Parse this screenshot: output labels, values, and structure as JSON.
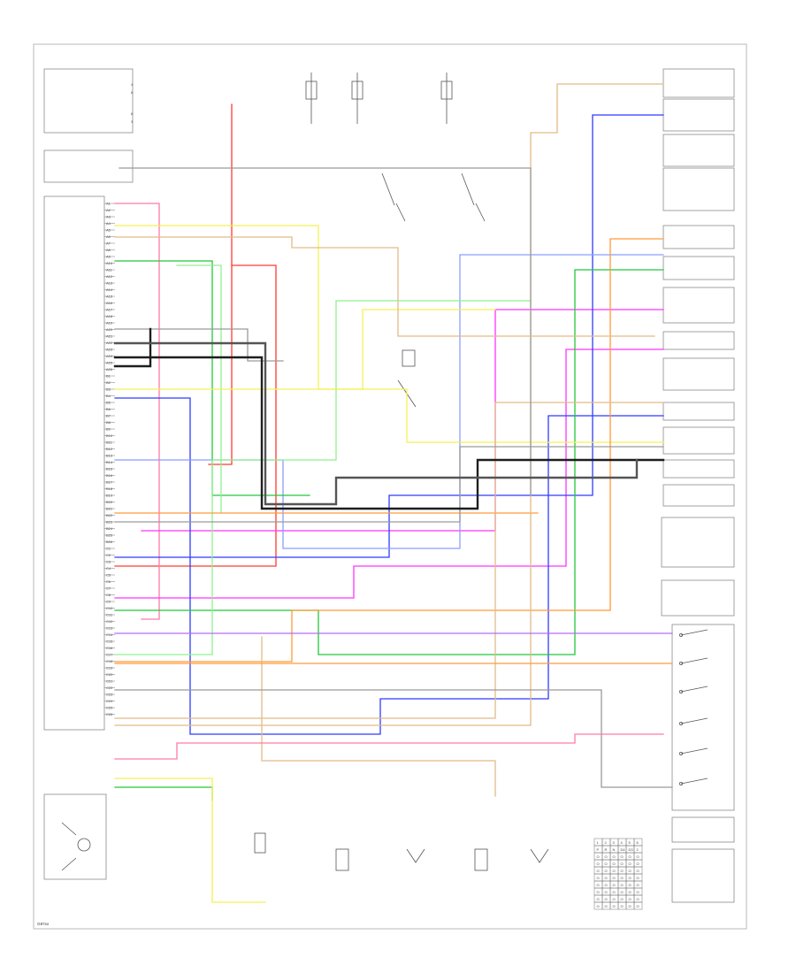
{
  "page": {
    "footer_code": "G87xx",
    "tl_pin_numbers": [
      "4",
      "6",
      "8",
      "3"
    ]
  },
  "wire_colors": {
    "black": "#1e1e1e",
    "red": "#ff3b30",
    "pink": "#ff7aa8",
    "magenta": "#ff33ff",
    "blue": "#2f3bff",
    "light_blue": "#8a9dff",
    "green": "#22c83a",
    "light_green": "#8ff08f",
    "yellow": "#f4f056",
    "orange": "#ff9a3a",
    "tan": "#e2bb88",
    "gray": "#9a9a9a",
    "dark_gray": "#555555",
    "violet": "#b06cff"
  },
  "pcm_connector": {
    "pin_labels": [
      "A1",
      "A2",
      "A3",
      "A4",
      "A5",
      "A6",
      "A7",
      "A8",
      "A9",
      "A10",
      "A11",
      "A12",
      "A13",
      "A14",
      "A15",
      "A16",
      "A17",
      "A18",
      "A19",
      "A20",
      "A21",
      "A22",
      "A23",
      "A24",
      "A25",
      "A26",
      "B1",
      "B2",
      "B3",
      "B4",
      "B5",
      "B6",
      "B7",
      "B8",
      "B9",
      "B10",
      "B11",
      "B12",
      "B13",
      "B14",
      "B15",
      "B16",
      "B17",
      "B18",
      "B19",
      "B20",
      "B21",
      "B22",
      "B23",
      "B24",
      "B25",
      "B26",
      "C1",
      "C2",
      "C3",
      "C4",
      "C5",
      "C6",
      "C7",
      "C8",
      "C9",
      "C10",
      "C11",
      "C12",
      "C13",
      "C14",
      "C15",
      "C16",
      "C17",
      "C18",
      "C19",
      "C20",
      "C21",
      "C22",
      "C23",
      "C24",
      "C25",
      "C26"
    ]
  },
  "pressure_table": {
    "header": [
      "1",
      "2",
      "3",
      "4",
      "5",
      "6"
    ],
    "rows": [
      [
        "P",
        "R",
        "N",
        "D4",
        "D3",
        "2"
      ],
      [
        "O",
        "O",
        "O",
        "O",
        "O",
        "O"
      ],
      [
        "O",
        "O",
        "O",
        "O",
        "O",
        "O"
      ],
      [
        "O",
        "O",
        "O",
        "O",
        "O",
        "O"
      ],
      [
        "O",
        "O",
        "O",
        "O",
        "O",
        "O"
      ],
      [
        "O",
        "O",
        "O",
        "O",
        "O",
        "O"
      ],
      [
        "O",
        "O",
        "O",
        "O",
        "O",
        "O"
      ],
      [
        "O",
        "O",
        "O",
        "O",
        "O",
        "O"
      ],
      [
        "O",
        "O",
        "O",
        "O",
        "O",
        "O"
      ]
    ]
  }
}
